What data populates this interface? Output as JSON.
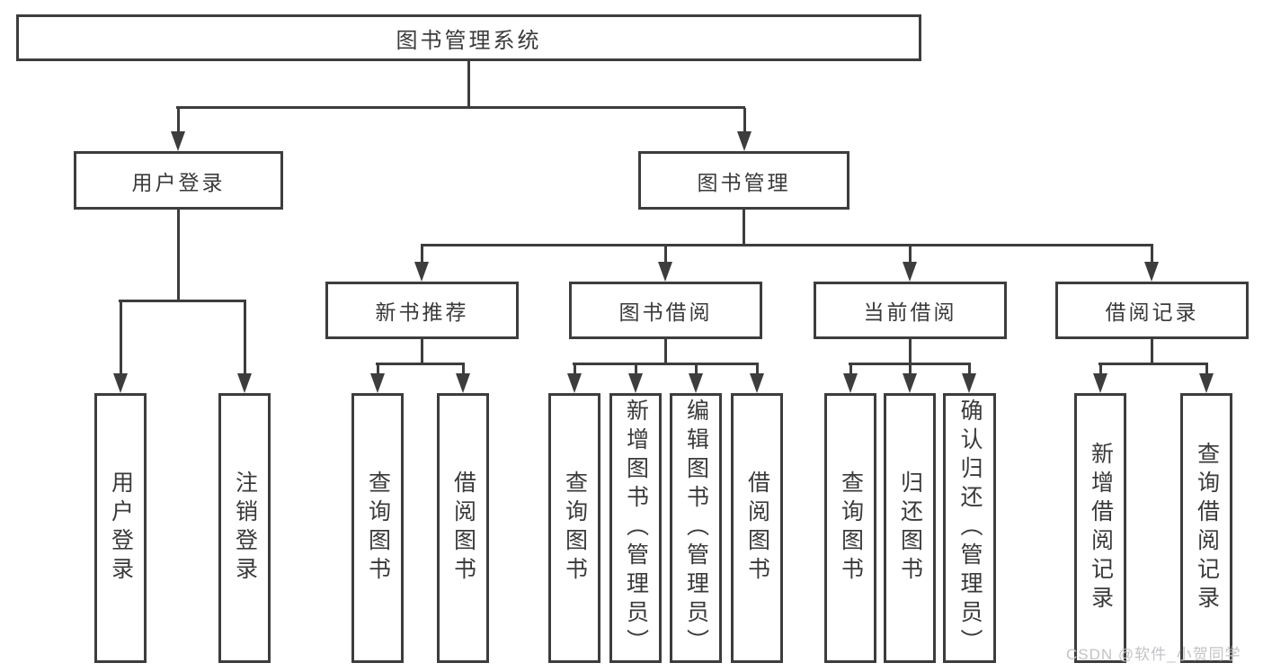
{
  "tree": {
    "root": {
      "label": "图书管理系统"
    },
    "branches": [
      {
        "label": "用户登录",
        "leaves": [
          "用户登录",
          "注销登录"
        ]
      },
      {
        "label": "图书管理",
        "groups": [
          {
            "label": "新书推荐",
            "leaves": [
              "查询图书",
              "借阅图书"
            ]
          },
          {
            "label": "图书借阅",
            "leaves": [
              "查询图书",
              "新增图书（管理员）",
              "编辑图书（管理员）",
              "借阅图书"
            ]
          },
          {
            "label": "当前借阅",
            "leaves": [
              "查询图书",
              "归还图书",
              "确认归还（管理员）"
            ]
          },
          {
            "label": "借阅记录",
            "leaves": [
              "新增借阅记录",
              "查询借阅记录"
            ]
          }
        ]
      }
    ]
  },
  "watermark": "CSDN @软件_小贺同学",
  "colors": {
    "line": "#3d3d3d",
    "text": "#3a3a3a",
    "background": "#ffffff",
    "watermark": "#c3c3c8"
  }
}
